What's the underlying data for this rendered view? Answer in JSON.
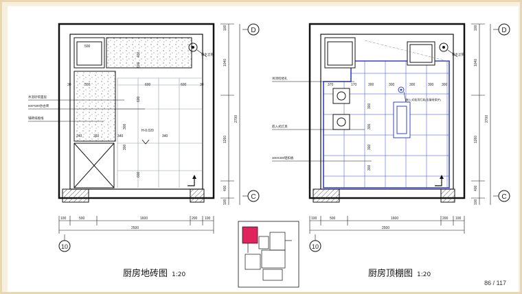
{
  "titles": {
    "floor_plan": "厨房地砖图",
    "ceiling_plan": "厨房顶棚图",
    "scale": "1:20"
  },
  "page_number": "86 / 117",
  "axis_labels": {
    "d": "D",
    "c": "C",
    "ten": "10"
  },
  "left_plan": {
    "notes": [
      "水泥砂浆面层",
      "600*600仿古砖",
      "铺砖排版线"
    ],
    "level": "H-0.020",
    "dims_top": [
      "500",
      "30",
      "500",
      "600",
      "600",
      "30"
    ],
    "dims_row2": [
      "240",
      "260",
      "340",
      "340"
    ],
    "dims_vertical_inner": [
      "600",
      "600",
      "300",
      "300",
      "600",
      "400"
    ],
    "dims_right": [
      "100",
      "1040",
      "2700",
      "1260",
      "400",
      "100"
    ],
    "dims_bottom_segments": [
      "100",
      "500",
      "1600",
      "200",
      "100"
    ],
    "dims_bottom_total": "2500",
    "label_drain": "排水立管"
  },
  "right_plan": {
    "notes": [
      "吊顶检修孔",
      "嵌入式灯具",
      "300X300铝扣板"
    ],
    "label_light": "嵌入式吸顶灯具(含漏电保护)",
    "dims_top": [
      "370",
      "170",
      "300",
      "300",
      "300",
      "300",
      "300"
    ],
    "dims_vertical_inner": [
      "300",
      "300",
      "300",
      "300"
    ],
    "dims_right": [
      "100",
      "1040",
      "2700",
      "1260",
      "400",
      "100"
    ],
    "dims_bottom_segments": [
      "100",
      "500",
      "1600",
      "200",
      "100"
    ],
    "dims_bottom_total": "2500",
    "label_drain": "排水立管"
  },
  "colors": {
    "plan_blue": "#3340c8",
    "wall": "#111111",
    "highlight": "#e0245e"
  }
}
